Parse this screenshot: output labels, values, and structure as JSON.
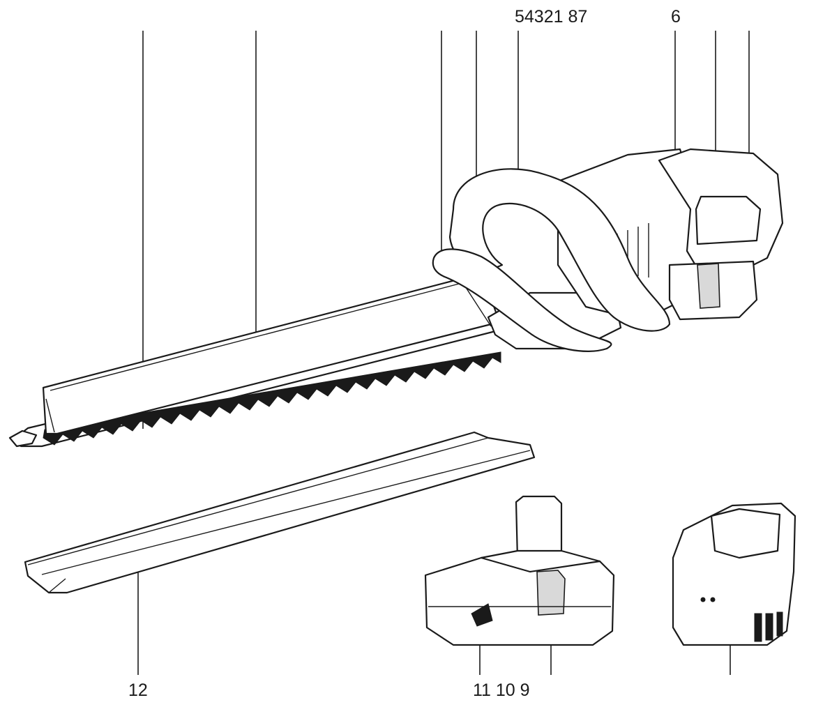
{
  "callouts": {
    "top_group": "54321 87",
    "top_six": "6",
    "bottom_twelve": "12",
    "bottom_group": "11 10 9"
  },
  "parts": [
    "hedge-trimmer",
    "blade-guard",
    "cutting-blade",
    "blade-sheath",
    "battery-pack",
    "battery-charger"
  ]
}
